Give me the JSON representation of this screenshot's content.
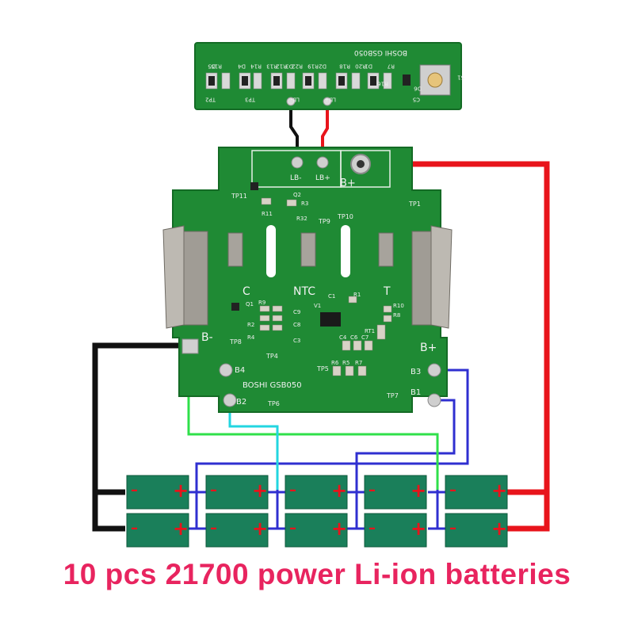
{
  "caption": "10 pcs 21700 power Li-ion batteries",
  "top_board": {
    "model_label": "BOSHI GSB050",
    "component_labels": [
      "R15",
      "D5",
      "R14",
      "D4",
      "R13",
      "R12",
      "D3",
      "R22",
      "R19",
      "D2",
      "R18",
      "R20",
      "D1",
      "R7",
      "R16",
      "S1",
      "D6",
      "C5",
      "TP2",
      "TP3",
      "LB-",
      "LB+"
    ]
  },
  "main_board": {
    "terminal_labels": {
      "lb_minus": "LB-",
      "lb_plus": "LB+",
      "b_plus_top": "B+",
      "b_minus": "B-",
      "b_plus_side": "B+"
    },
    "contact_labels": {
      "c": "C",
      "ntc": "NTC",
      "t": "T"
    },
    "balance_labels": {
      "b4": "B4",
      "b2": "B2",
      "b3": "B3",
      "b1": "B1"
    },
    "model_label": "BOSHI GSB050",
    "test_points": [
      "TP11",
      "TP1",
      "TP9",
      "TP10",
      "TP8",
      "TP4",
      "TP5",
      "TP6",
      "TP7"
    ],
    "component_labels": [
      "Q2",
      "R11",
      "R32",
      "R3",
      "Q1",
      "R9",
      "R2",
      "R4",
      "C9",
      "C8",
      "C3",
      "C1",
      "R1",
      "V1",
      "R10",
      "R8",
      "RT1",
      "C4",
      "C6",
      "C7",
      "R6",
      "R5",
      "R7"
    ]
  },
  "battery": {
    "cell_count": 10,
    "columns": 5,
    "rows": 2,
    "minus_symbol": "–",
    "plus_symbol": "+"
  },
  "colors": {
    "pcb": "#1f8a34",
    "pcb_dark": "#176b28",
    "cell": "#1a7f5a",
    "wire_red": "#e8141b",
    "wire_black": "#111111",
    "wire_blue": "#2f2fd0",
    "wire_green": "#2fe04a",
    "wire_cyan": "#22d6e0",
    "caption": "#e8245f"
  }
}
